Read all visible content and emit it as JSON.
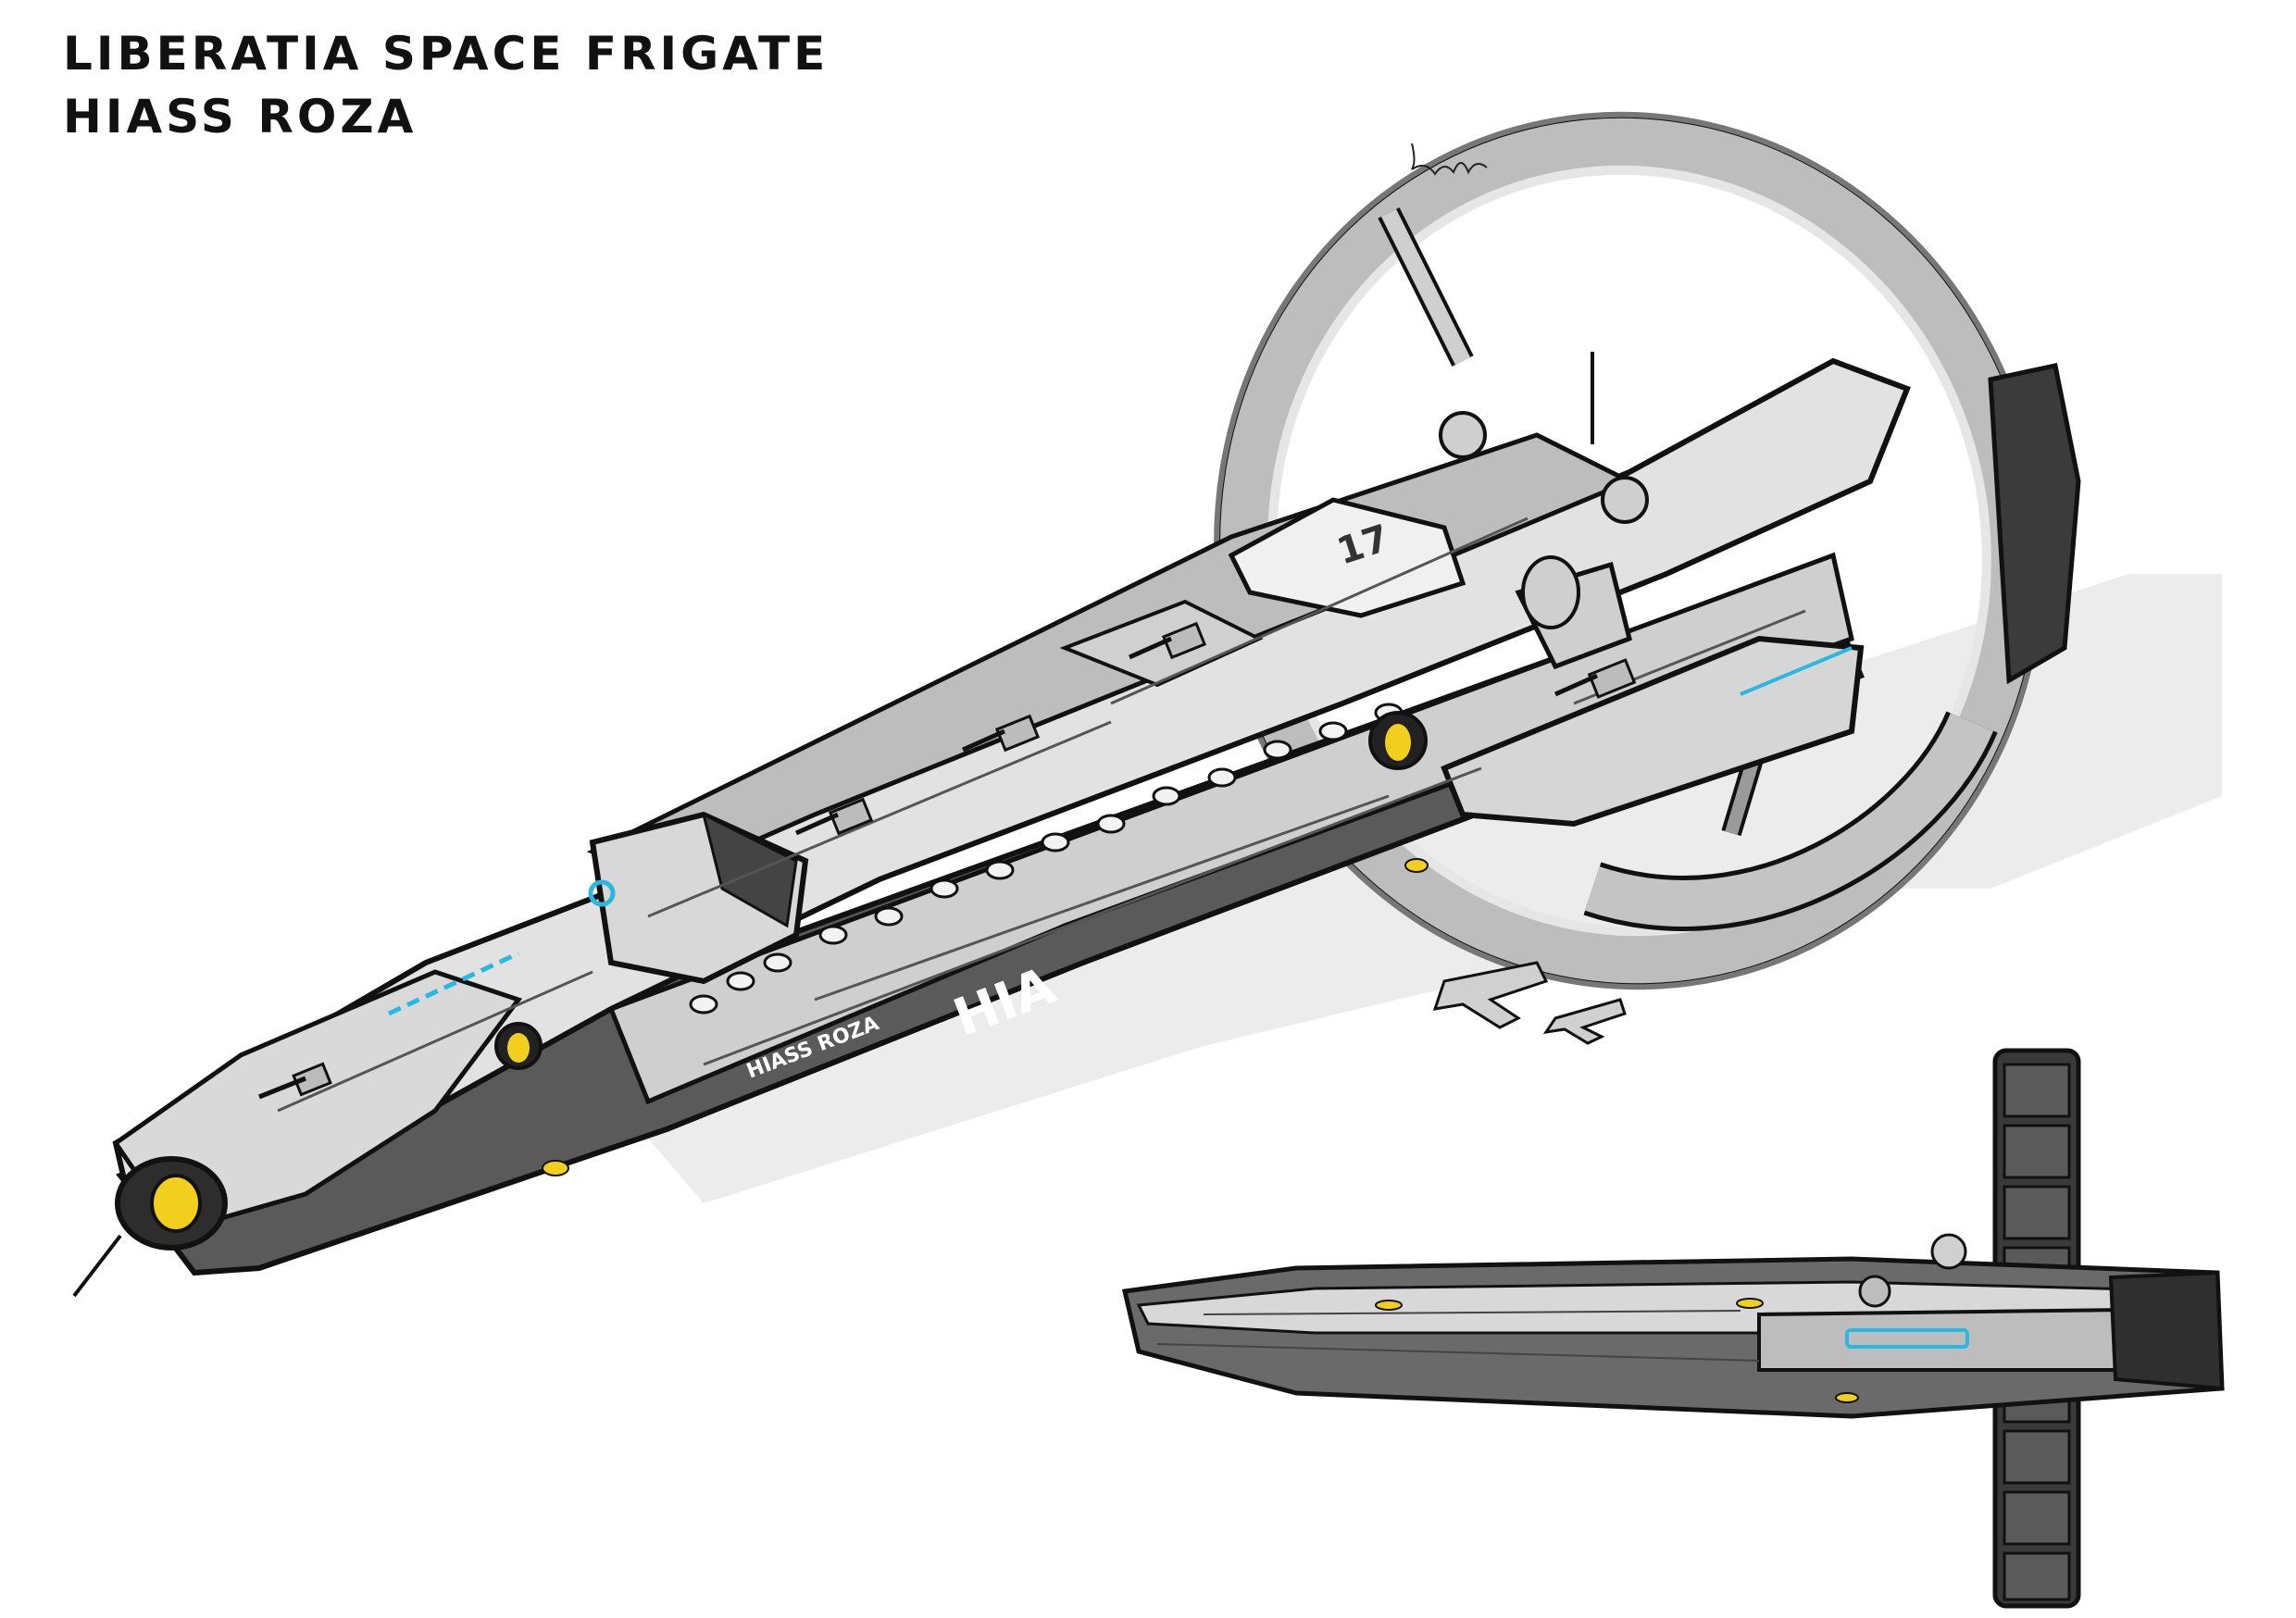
{
  "title": {
    "line1": "LIBERATIA SPACE FRIGATE",
    "line2": "HIASS ROZA"
  },
  "hull": {
    "registry": "HIA",
    "name_plate": "HIASS ROZA",
    "number": "17"
  },
  "colors": {
    "ink": "#111111",
    "hull_light": "#d9d9d9",
    "hull_mid": "#a9a9a9",
    "hull_dark": "#444444",
    "accent_yellow": "#f2cf1f",
    "accent_cyan": "#2ab8e0"
  }
}
